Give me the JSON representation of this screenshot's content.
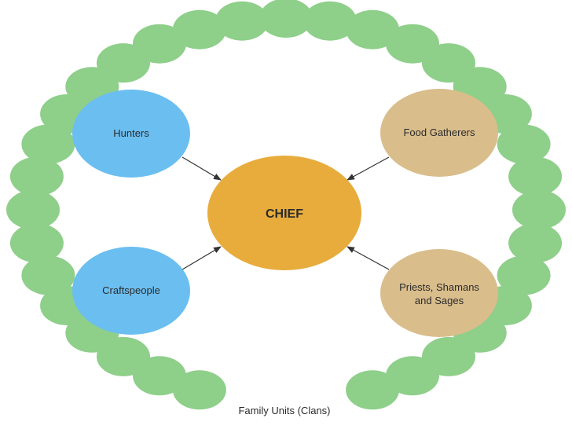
{
  "diagram": {
    "center": {
      "label": "CHIEF"
    },
    "groups": {
      "hunters": "Hunters",
      "food_gatherers": "Food Gatherers",
      "craftspeople": "Craftspeople",
      "priests_line1": "Priests, Shamans",
      "priests_line2": "and Sages"
    },
    "ring_label": "Family Units (Clans)"
  },
  "colors": {
    "ring": "#8ecf8a",
    "chief": "#e8ac3c",
    "hunters": "#6bbef0",
    "craftspeople": "#6bbef0",
    "food_gatherers": "#d9bd8b",
    "priests": "#d9bd8b",
    "arrow": "#333333"
  }
}
